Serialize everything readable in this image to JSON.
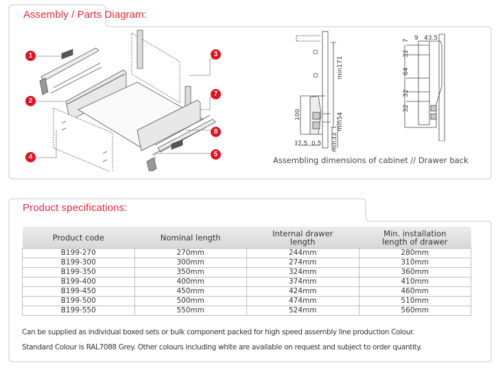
{
  "assembly": {
    "title": "Assembly / Parts Diagram:",
    "markers": [
      "1",
      "2",
      "3",
      "4",
      "5",
      "7",
      "8"
    ],
    "dimensions": {
      "cabinet": [
        "min171",
        "100",
        "min54",
        "min33",
        "37.5",
        "0.5"
      ],
      "drawer_back": [
        "7",
        "9",
        "43.5",
        "32",
        "64",
        "32",
        "32"
      ]
    },
    "caption": "Assembling dimensions of cabinet // Drawer back"
  },
  "specs": {
    "title": "Product specifications:",
    "columns": [
      "Product code",
      "Nominal length",
      "Internal drawer length",
      "Min. installation length of drawer"
    ],
    "column_lines": [
      [
        "Product code"
      ],
      [
        "Nominal length"
      ],
      [
        "Internal drawer",
        "length"
      ],
      [
        "Min. installation",
        "length of drawer"
      ]
    ],
    "rows": [
      [
        "B199-270",
        "270mm",
        "244mm",
        "280mm"
      ],
      [
        "B199-300",
        "300mm",
        "274mm",
        "310mm"
      ],
      [
        "B199-350",
        "350mm",
        "324mm",
        "360mm"
      ],
      [
        "B199-400",
        "400mm",
        "374mm",
        "410mm"
      ],
      [
        "B199-450",
        "450mm",
        "424mm",
        "460mm"
      ],
      [
        "B199-500",
        "500mm",
        "474mm",
        "510mm"
      ],
      [
        "B199-550",
        "550mm",
        "524mm",
        "560mm"
      ]
    ],
    "notes": [
      "Can be supplied as individual boxed sets or bulk component packed for high speed assembly line production Colour.",
      "Standard Colour is RAL7088 Grey. Other colours including white are available on request and subject to order quantity."
    ]
  },
  "colors": {
    "accent": "#e8283a",
    "marker": "#e3111e",
    "border": "#c8c8c8"
  }
}
